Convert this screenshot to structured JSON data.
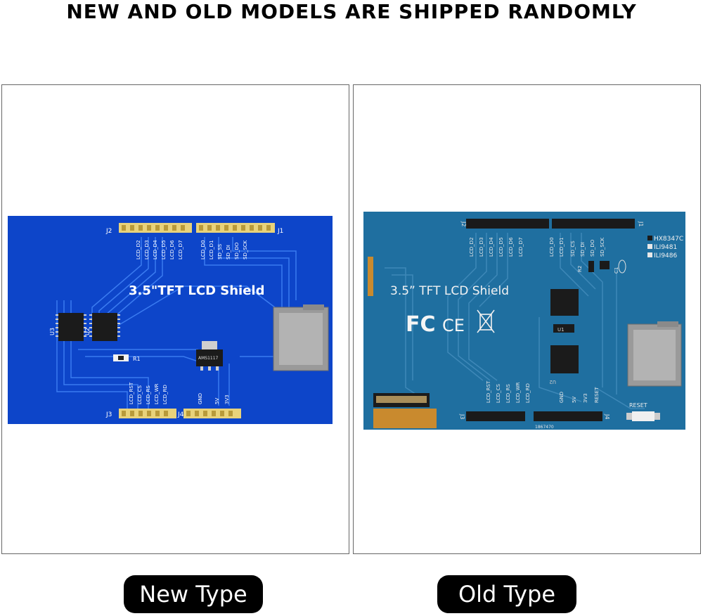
{
  "headline": "NEW AND OLD MODELS ARE SHIPPED RANDOMLY",
  "new_board": {
    "title": "3.5\"TFT LCD Shield",
    "caption": "New Type",
    "header_j1": "J1",
    "header_j2": "J2",
    "header_j3": "J3",
    "header_j4": "J4",
    "ic_u2": "U2",
    "ic_u3": "U3",
    "reg": "AMS1117",
    "r1": "R1",
    "top_pins": [
      "LCD_D2",
      "LCD_D3",
      "LCD_D4",
      "LCD_D5",
      "LCD_D6",
      "LCD_D7",
      "LCD_D0",
      "LCD_D1",
      "SD_SS",
      "SD_DI",
      "SD_DO",
      "SD_SCK"
    ],
    "bottom_pins": [
      "LCD_RST",
      "LCD_CS",
      "LCD_RS",
      "LCD_WR",
      "LCD_RD",
      "GND",
      "5V",
      "3V3"
    ]
  },
  "old_board": {
    "title": "3.5” TFT  LCD Shield",
    "caption": "Old Type",
    "header_j1": "J1",
    "header_j2": "J2",
    "header_j3": "J3",
    "header_j4": "J4",
    "ic_u1": "U1",
    "ic_u2": "U2",
    "r2": "R2",
    "c1": "C1",
    "reset": "RESET",
    "code": "1867470",
    "chips": [
      "HX8347C",
      "ILI9481",
      "ILI9486"
    ],
    "top_pins": [
      "LCD_D2",
      "LCD_D3",
      "LCD_D4",
      "LCD_D5",
      "LCD_D6",
      "LCD_D7",
      "LCD_D0",
      "LCD_D1",
      "SD_CS",
      "SD_DI",
      "SD_DO",
      "SD_SCK"
    ],
    "bottom_pins": [
      "LCD_RST",
      "LCD_CS",
      "LCD_RS",
      "LCD_WR",
      "LCD_RD",
      "GND",
      "5V",
      "3V3",
      "RESET"
    ]
  },
  "colors": {
    "new_board": "#0d45c9",
    "old_board": "#1f6fa0",
    "gold_pin": "#e8d27a",
    "sd_slot": "#9a9a9a"
  }
}
